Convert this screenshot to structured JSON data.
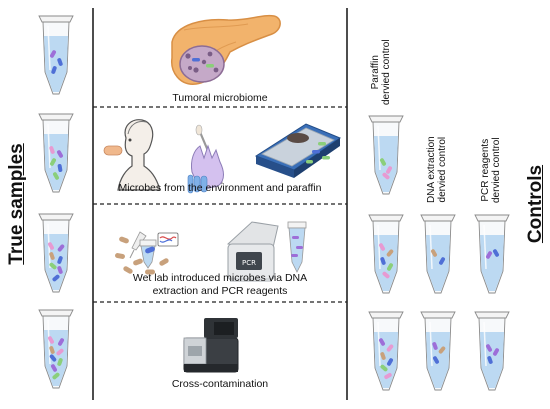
{
  "left_label": "True samples",
  "right_label": "Controls",
  "sections": [
    {
      "caption": "Tumoral microbiome"
    },
    {
      "caption": "Microbes from the environment and paraffin"
    },
    {
      "caption_line1": "Wet lab introduced microbes via DNA",
      "caption_line2": "extraction and PCR reagents"
    },
    {
      "caption": "Cross-contamination"
    }
  ],
  "control_labels": {
    "paraffin": [
      "Paraffin",
      "dervied control"
    ],
    "dna": [
      "DNA extraction",
      "dervied control"
    ],
    "pcr": [
      "PCR reagents",
      "dervied control"
    ]
  },
  "pcr_machine_text": "PCR",
  "colors": {
    "tube_liquid": "#bcd9f2",
    "divider": "#222222",
    "pancreas": "#f2b36c",
    "microbe_blue": "#4f6fd6",
    "microbe_green": "#8bcf7a",
    "microbe_pink": "#e79ad2",
    "microbe_purple": "#9d6ed8",
    "microbe_tan": "#c8a17c"
  }
}
